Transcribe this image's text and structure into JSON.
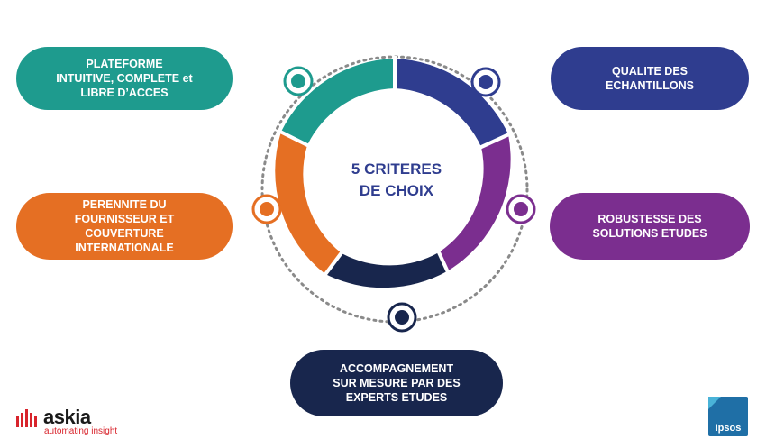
{
  "center": {
    "title": "5 CRITERES\nDE CHOIX"
  },
  "criteria": [
    {
      "label": "PLATEFORME\nINTUITIVE, COMPLETE et\nLIBRE D’ACCES",
      "color": "#1e9b8e"
    },
    {
      "label": "QUALITE DES\nECHANTILLONS",
      "color": "#2f3d8f"
    },
    {
      "label": "PERENNITE DU\nFOURNISSEUR ET\nCOUVERTURE\nINTERNATIONALE",
      "color": "#e56f23"
    },
    {
      "label": "ROBUSTESSE DES\nSOLUTIONS ETUDES",
      "color": "#7b2e8f"
    },
    {
      "label": "ACCOMPAGNEMENT\nSUR MESURE PAR DES\nEXPERTS ETUDES",
      "color": "#18264d"
    }
  ],
  "logos": {
    "askia": {
      "name": "askia",
      "tagline": "automating insight",
      "color": "#d8242c"
    },
    "ipsos": {
      "name": "Ipsos",
      "color": "#1f6fa6"
    }
  }
}
